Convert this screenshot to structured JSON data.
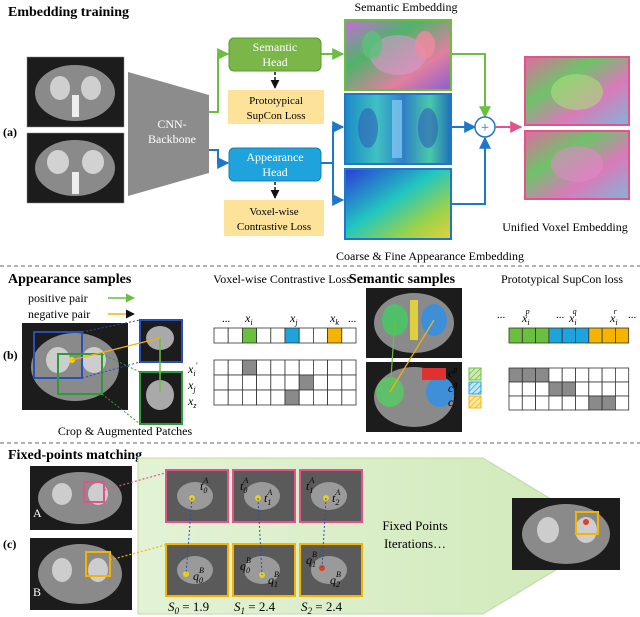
{
  "section_a": {
    "title": "Embedding training",
    "label": "(a)",
    "backbone_line1": "CNN-",
    "backbone_line2": "Backbone",
    "semantic_head_line1": "Semantic",
    "semantic_head_line2": "Head",
    "appearance_head_line1": "Appearance",
    "appearance_head_line2": "Head",
    "proto_loss_line1": "Prototypical",
    "proto_loss_line2": "SupCon Loss",
    "voxel_loss_line1": "Voxel-wise",
    "voxel_loss_line2": "Contrastive Loss",
    "semantic_embedding": "Semantic Embedding",
    "coarse_fine": "Coarse & Fine Appearance Embedding",
    "unified": "Unified Voxel Embedding",
    "plus": "+"
  },
  "section_b": {
    "label": "(b)",
    "appearance_title": "Appearance samples",
    "positive_pair": "positive pair",
    "negative_pair": "negative pair",
    "crop_caption": "Crop & Augmented Patches",
    "voxel_loss_title": "Voxel-wise Contrastive Loss",
    "x_i": "x",
    "x_j": "x",
    "x_k": "x",
    "sub_i": "i",
    "sub_j": "j",
    "sub_k": "k",
    "ellipsis": "...",
    "row_i": "x",
    "row_j": "x",
    "row_z": "x",
    "row_i_sub": "i",
    "row_i_prime": "′",
    "row_j_sub": "j",
    "row_z_sub": "z",
    "semantic_title": "Semantic samples",
    "proto_title": "Prototypical SupCon loss",
    "xp": "x",
    "xq": "x",
    "xr": "x",
    "sup_p": "p",
    "sup_q": "q",
    "sup_r": "r",
    "c": "c",
    "cp_sup": "p",
    "cq_sup": "q",
    "cr_sup": "r"
  },
  "section_c": {
    "label": "(c)",
    "title": "Fixed-points matching",
    "A": "A",
    "B": "B",
    "t0": "t",
    "t1": "t",
    "t2": "t",
    "t0_sub": "0",
    "t1_sub": "1",
    "t2_sub": "2",
    "tA": "A",
    "q0": "q",
    "q1": "q",
    "q2": "q",
    "q0_sub": "0",
    "q1_sub": "1",
    "q2_sub": "2",
    "qB": "B",
    "iter_line1": "Fixed Points",
    "iter_line2": "Iterations…",
    "s0": "S",
    "s0_sub": "0",
    "s0_val": " = 1.9",
    "s1": "S",
    "s1_sub": "1",
    "s1_val": " = 2.4",
    "s2": "S",
    "s2_sub": "2",
    "s2_val": " = 2.4"
  },
  "colors": {
    "green": "#6bbf3f",
    "blue": "#1fa3dd",
    "orange": "#f5b400",
    "pink": "#e0548c",
    "gray_cell": "#8a8a8a"
  }
}
